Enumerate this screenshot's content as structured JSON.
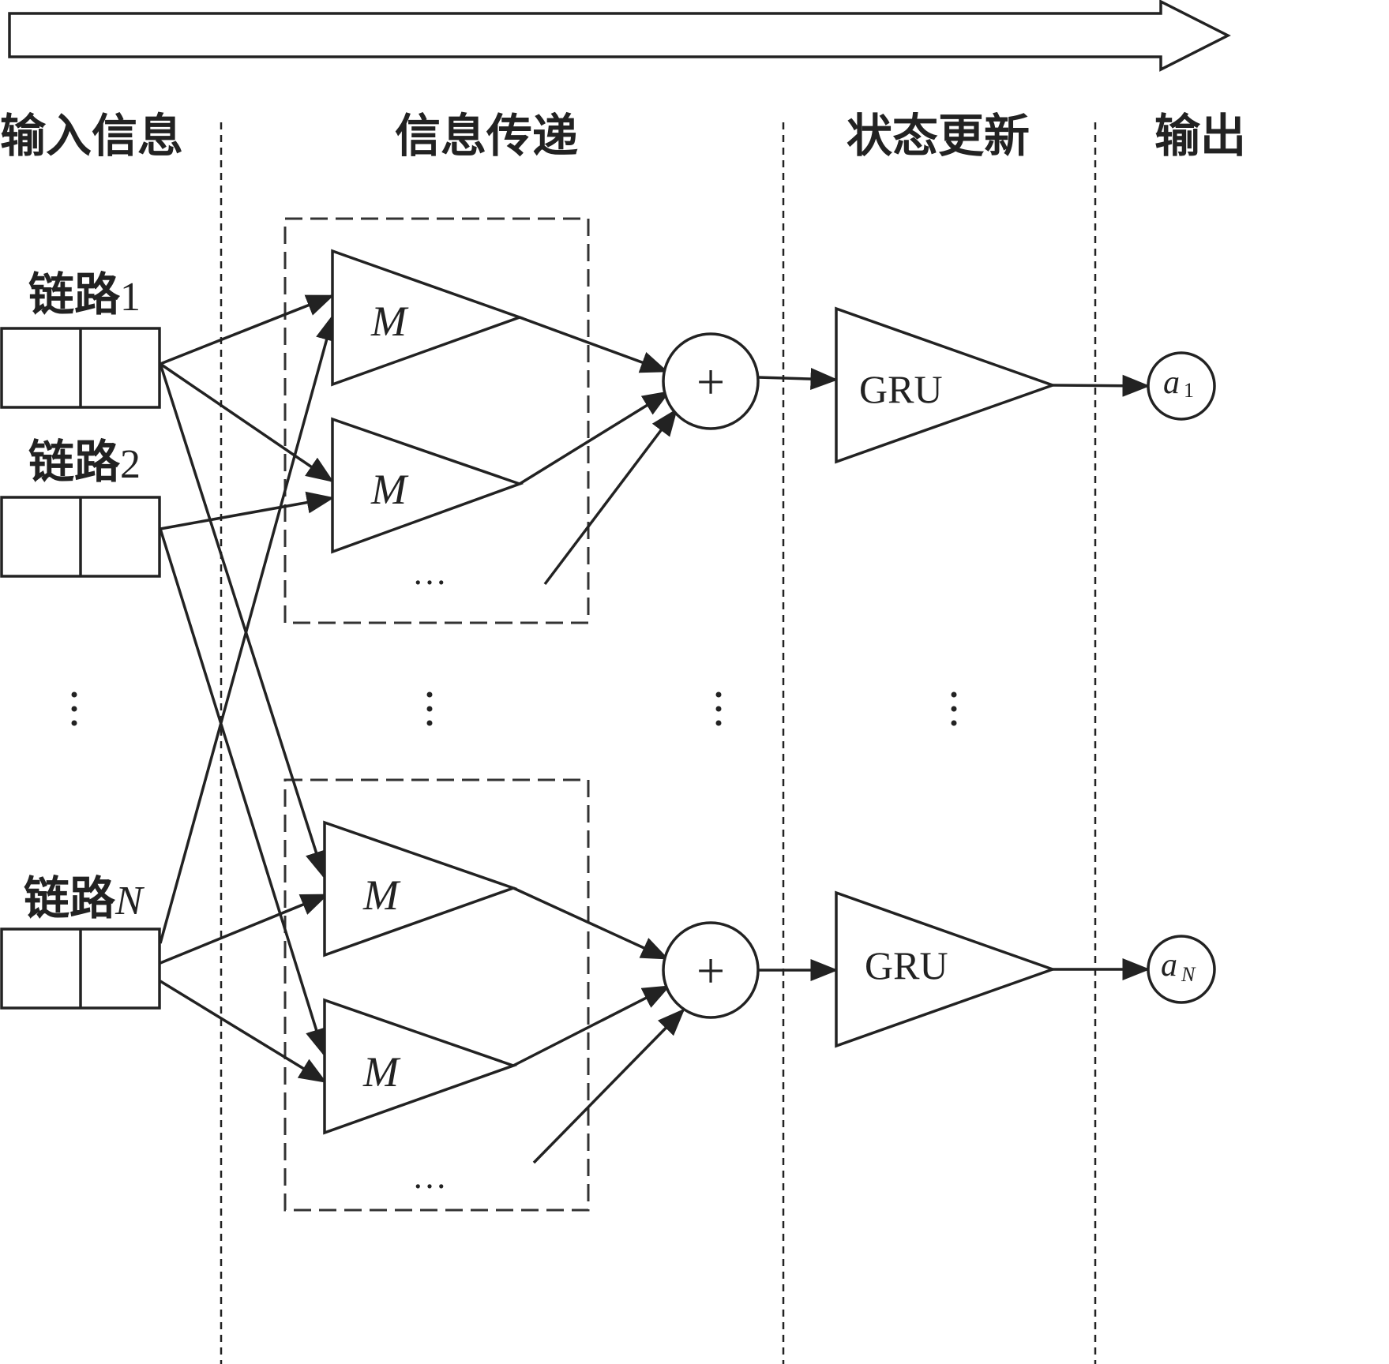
{
  "stages": [
    "输入信息",
    "信息传递",
    "状态更新",
    "输出"
  ],
  "links": {
    "link1": {
      "prefix": "链路",
      "index": "1"
    },
    "link2": {
      "prefix": "链路",
      "index": "2"
    },
    "linkN": {
      "prefix": "链路",
      "index": "N"
    }
  },
  "message_label": "M",
  "sum_symbol": "+",
  "gru_label": "GRU",
  "outputs": {
    "a1": {
      "base": "a",
      "sub": "1"
    },
    "aN": {
      "base": "a",
      "sub": "N"
    }
  },
  "ellipsis": "…"
}
